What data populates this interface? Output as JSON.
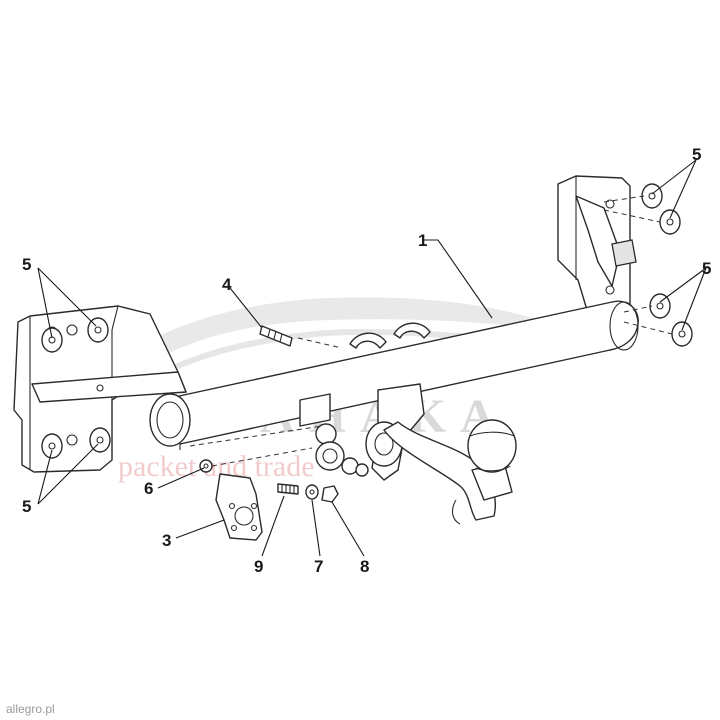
{
  "watermark": {
    "brand": "AHAKA",
    "subtitle": "packet and trade",
    "logo": "car-silhouette-logo"
  },
  "credit": "allegro.pl",
  "callouts": [
    {
      "id": "1",
      "label": "1"
    },
    {
      "id": "4",
      "label": "4"
    },
    {
      "id": "5a",
      "label": "5"
    },
    {
      "id": "5b",
      "label": "5"
    },
    {
      "id": "5c",
      "label": "5"
    },
    {
      "id": "5d",
      "label": "5"
    },
    {
      "id": "6",
      "label": "6"
    },
    {
      "id": "3",
      "label": "3"
    },
    {
      "id": "9",
      "label": "9"
    },
    {
      "id": "7",
      "label": "7"
    },
    {
      "id": "8",
      "label": "8"
    }
  ]
}
